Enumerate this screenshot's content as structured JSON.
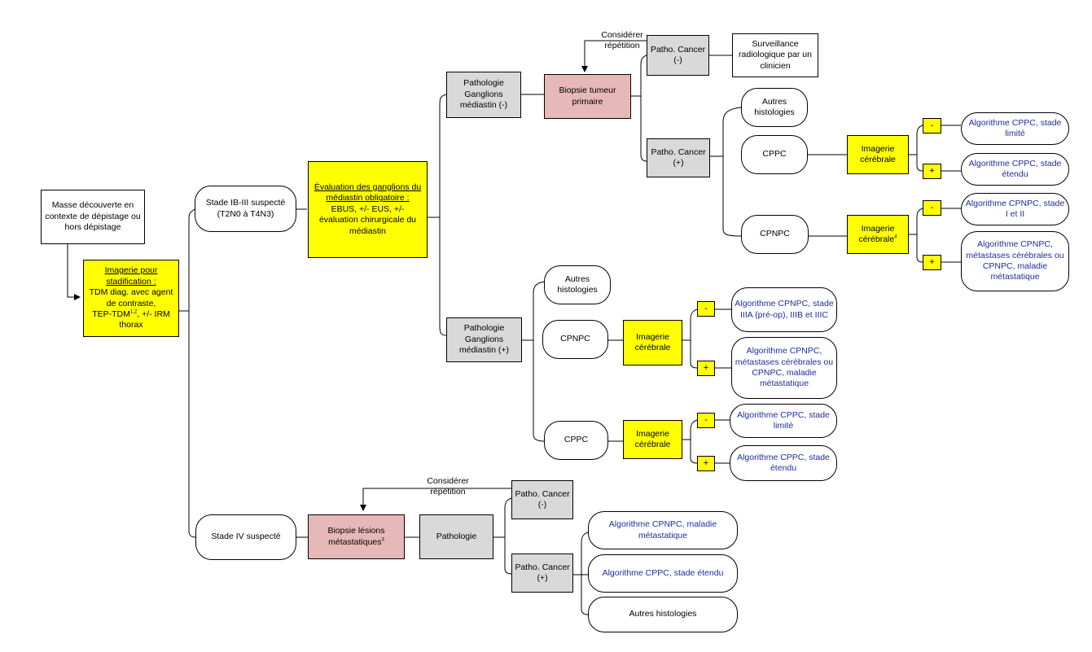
{
  "colors": {
    "yellow": "#ffff00",
    "gray": "#d9d9d9",
    "pink": "#e6b8b7",
    "blue_text": "#1f2ca0"
  },
  "nodes": {
    "mass": "Masse découverte en contexte de dépistage ou hors dépistage",
    "imaging_title": "Imagerie pour stadification :",
    "imaging_line1": "TDM diag. avec agent de contraste,",
    "imaging_line2a": "TEP-TDM",
    "imaging_sup": "1,2",
    "imaging_line2b": ", +/- IRM thorax",
    "stage_ib_iii": "Stade IB-III suspecté (T2N0 à T4N3)",
    "stage_iv": "Stade IV suspecté",
    "mediastin_title": "Évaluation des ganglions du médiastin obligatoire :",
    "mediastin_body": "EBUS, +/- EUS, +/- évaluation chirurgicale du médiastin",
    "patho_neg": "Pathologie Ganglions médiastin (-)",
    "patho_pos": "Pathologie Ganglions médiastin (+)",
    "biopsy_primary": "Biopsie tumeur primaire",
    "patho_cancer_neg_top": "Patho. Cancer (-)",
    "surveillance": "Surveillance radiologique par un clinicien",
    "patho_cancer_pos_top": "Patho. Cancer (+)",
    "autres_histo_top": "Autres histologies",
    "cppc_top": "CPPC",
    "cpnpc_top": "CPNPC",
    "imagerie_cerebrale": "Imagerie cérébrale",
    "imagerie_cerebrale_4_text": "Imagerie cérébrale",
    "imagerie_sup_4": "4",
    "minus": "-",
    "plus": "+",
    "algo_cppc_limite": "Algorithme CPPC, stade limité",
    "algo_cppc_etendu": "Algorithme CPPC, stade étendu",
    "algo_cpnpc_stade_i_ii": "Algorithme CPNPC, stade I et II",
    "algo_cpnpc_metastases": "Algorithme CPNPC, métastases cérébrales ou CPNPC, maladie métastatique",
    "autres_histo_mid": "Autres histologies",
    "cpnpc_mid": "CPNPC",
    "cppc_mid": "CPPC",
    "algo_cpnpc_iiia": "Algorithme CPNPC, stade IIIA (pré-op), IIIB et IIIC",
    "biopsy_meta_text": "Biopsie lésions métastatiques",
    "biopsy_meta_sup": "3",
    "pathologie": "Pathologie",
    "patho_cancer_neg_bottom": "Patho. Cancer (-)",
    "patho_cancer_pos_bottom": "Patho. Cancer (+)",
    "algo_cpnpc_metastatique": "Algorithme CPNPC, maladie métastatique",
    "autres_histo_bottom": "Autres histologies"
  },
  "notes": {
    "repetition_top": "Considérer répétition",
    "repetition_bottom": "Considérer répétition"
  }
}
